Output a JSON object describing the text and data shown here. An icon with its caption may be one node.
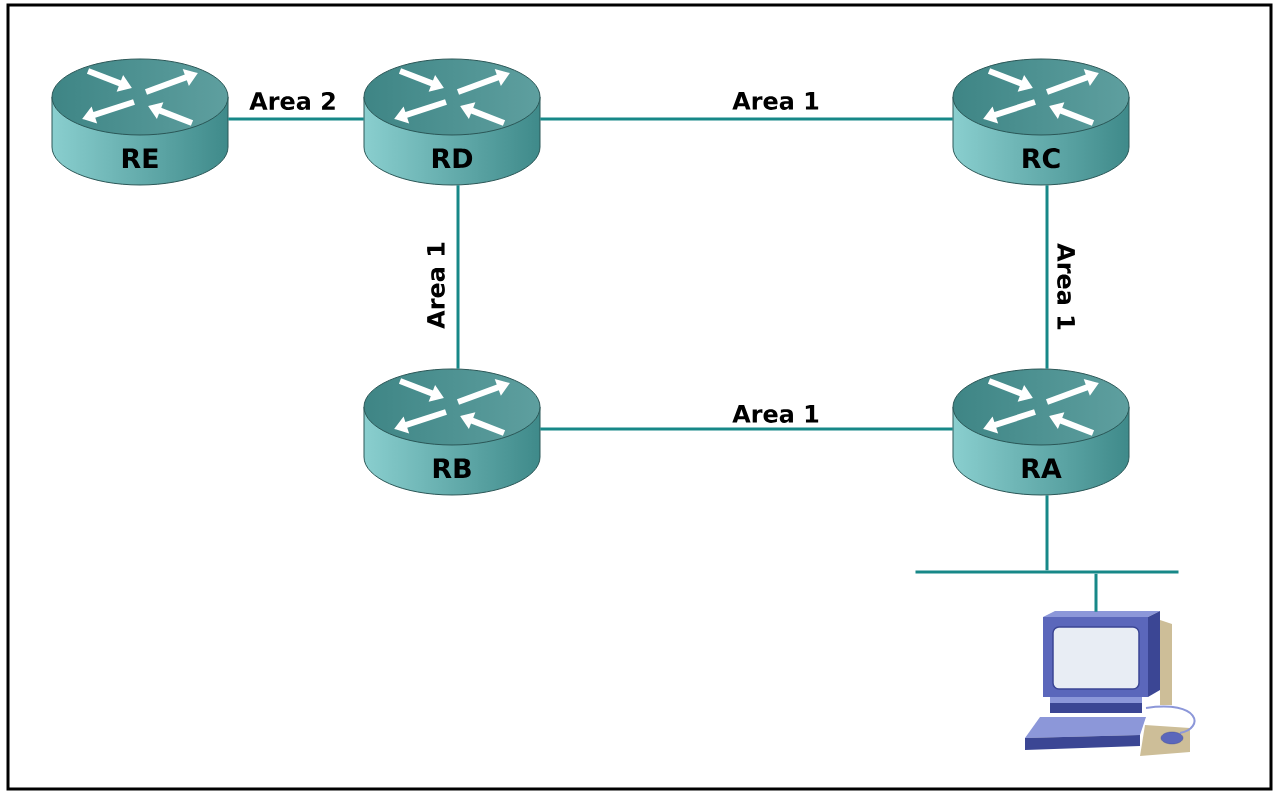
{
  "diagram": {
    "nodes": [
      {
        "text": [
          "RE"
        ]
      },
      {
        "text": [
          "RD"
        ]
      },
      {
        "text": [
          "RC"
        ]
      },
      {
        "text": [
          "RB"
        ]
      },
      {
        "text": [
          "RA"
        ]
      },
      {
        "text": [],
        "shape": "bar"
      },
      {
        "text": [],
        "shape": "picture"
      }
    ],
    "edges": [
      {
        "from": 0,
        "to": 1,
        "arrow": "none",
        "label": "Area 2"
      },
      {
        "from": 1,
        "to": 2,
        "arrow": "none",
        "label": "Area 1"
      },
      {
        "from": 1,
        "to": 3,
        "arrow": "none",
        "label": "Area 1"
      },
      {
        "from": 2,
        "to": 4,
        "arrow": "none",
        "label": "Area 1"
      },
      {
        "from": 3,
        "to": 4,
        "arrow": "none",
        "label": "Area 1"
      },
      {
        "from": 4,
        "to": 5,
        "arrow": "none"
      },
      {
        "from": 5,
        "to": 6,
        "arrow": "none"
      }
    ]
  }
}
